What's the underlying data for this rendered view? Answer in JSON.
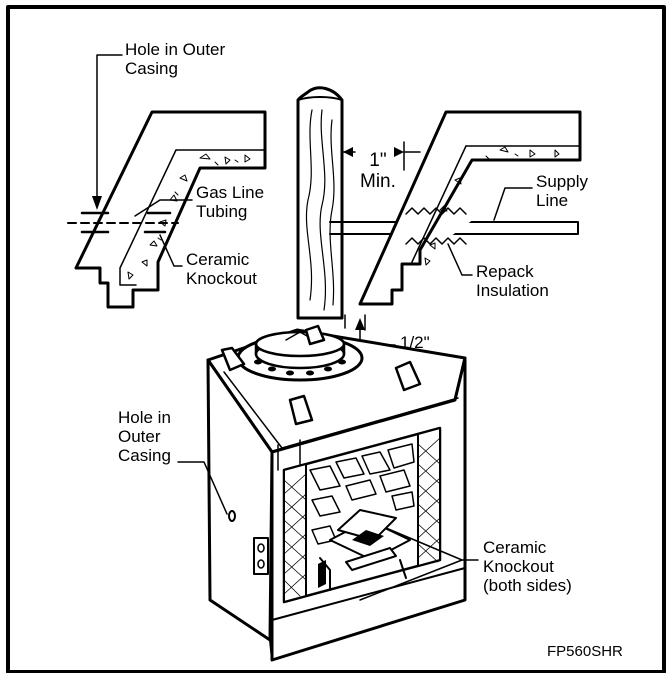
{
  "labels": {
    "hole_outer_casing_top": "Hole in Outer\nCasing",
    "gas_line_tubing": "Gas Line\nTubing",
    "ceramic_knockout_top": "Ceramic\nKnockout",
    "clearance_min": "1\"\nMin.",
    "supply_line": "Supply\nLine",
    "repack_insulation": "Repack\nInsulation",
    "half_inch": "1/2\"",
    "hole_outer_casing_side": "Hole in\nOuter\nCasing",
    "ceramic_knockout_both": "Ceramic\nKnockout\n(both sides)"
  },
  "figure_code": "FP560SHR"
}
